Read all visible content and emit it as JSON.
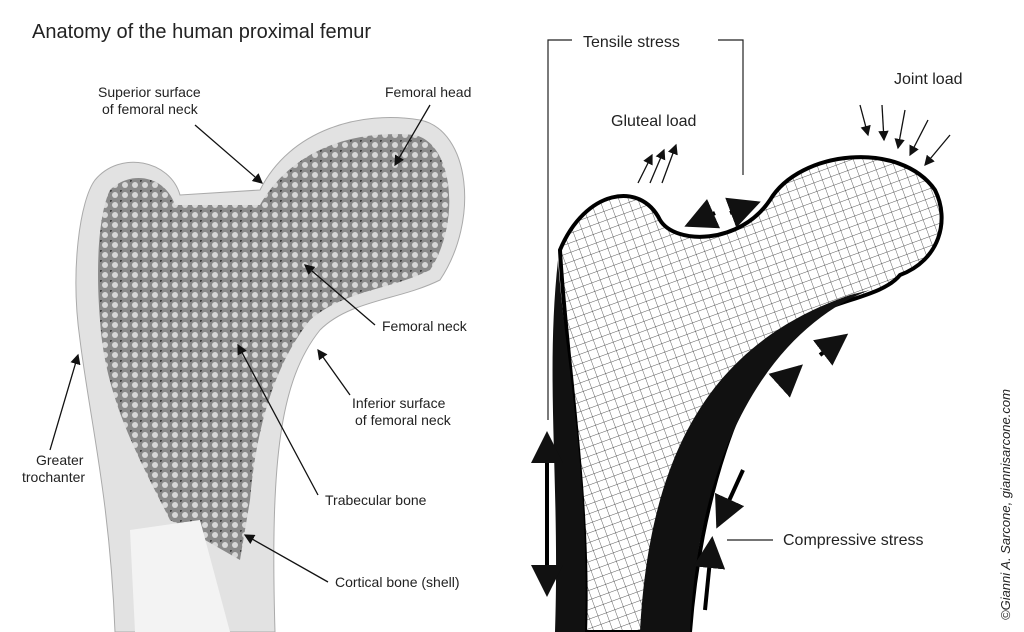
{
  "left": {
    "title": "Anatomy of the human proximal femur",
    "labels": {
      "superior_1": "Superior surface",
      "superior_2": "of femoral neck",
      "femoral_head": "Femoral head",
      "femoral_neck": "Femoral neck",
      "inferior_1": "Inferior surface",
      "inferior_2": "of femoral neck",
      "greater_1": "Greater",
      "greater_2": "trochanter",
      "trabecular": "Trabecular  bone",
      "cortical": "Cortical bone (shell)"
    }
  },
  "right": {
    "labels": {
      "tensile": "Tensile stress",
      "gluteal": "Gluteal load",
      "joint": "Joint load",
      "compressive": "Compressive stress"
    }
  },
  "copyright": "©Gianni A. Sarcone, giannisarcone.com"
}
